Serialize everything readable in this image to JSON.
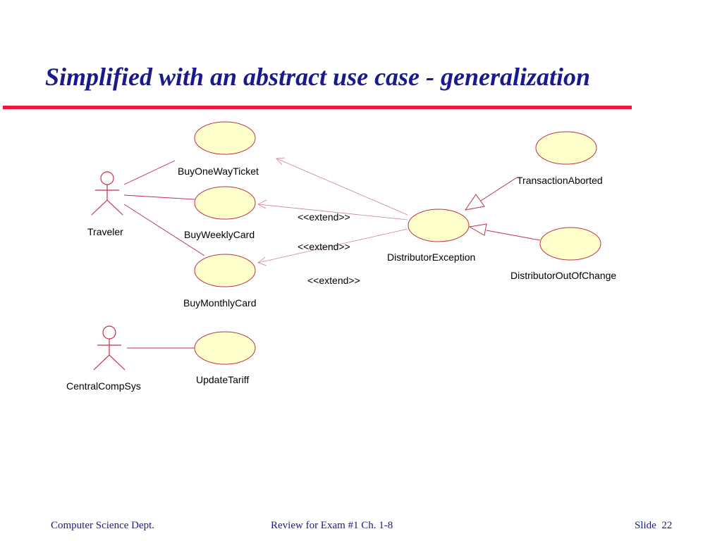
{
  "slide": {
    "title": "Simplified with an abstract use case - generalization"
  },
  "diagram": {
    "actors": {
      "traveler": "Traveler",
      "central": "CentralCompSys"
    },
    "use_cases": {
      "buy_one_way": "BuyOneWayTicket",
      "buy_weekly": "BuyWeeklyCard",
      "buy_monthly": "BuyMonthlyCard",
      "update_tariff": "UpdateTariff",
      "distributor_exception": "DistributorException",
      "transaction_aborted": "TransactionAborted",
      "distributor_out_of_change": "DistributorOutOfChange"
    },
    "stereotypes": {
      "extend_1": "<<extend>>",
      "extend_2": "<<extend>>",
      "extend_3": "<<extend>>"
    },
    "colors": {
      "ellipse_fill": "#ffffcc",
      "line": "#c0304a",
      "title": "#1a1a8c",
      "rule": "#e8193c"
    }
  },
  "footer": {
    "left": "Computer Science Dept.",
    "center": "Review for Exam #1 Ch. 1-8",
    "right": "Slide  22"
  }
}
